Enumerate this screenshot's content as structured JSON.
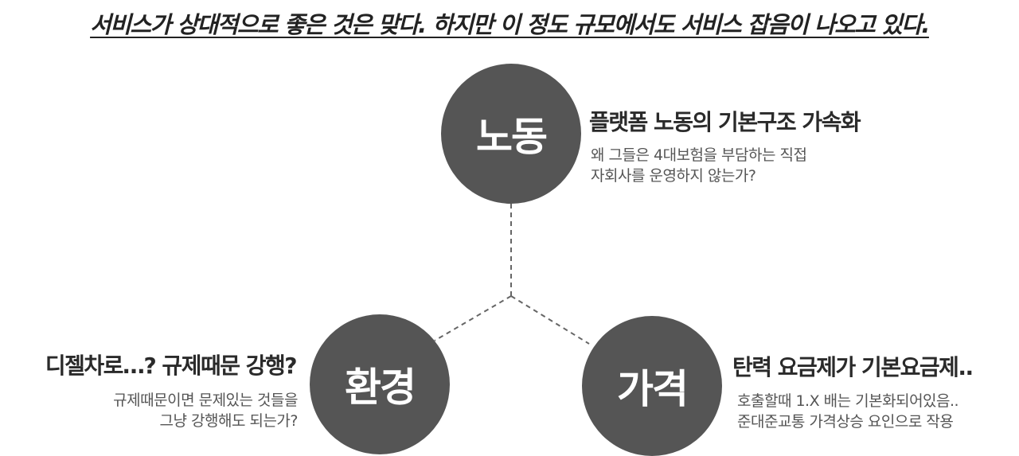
{
  "headline": "서비스가 상대적으로 좋은 것은 맞다. 하지만 이 정도 규모에서도 서비스 잡음이 나오고 있다.",
  "colors": {
    "circle": "#555555",
    "circle_text": "#ffffff",
    "connector": "#666666",
    "title": "#2a2a2a",
    "desc": "#555555"
  },
  "nodes": {
    "labor": {
      "circle_label": "노동",
      "title": "플랫폼 노동의 기본구조 가속화",
      "desc": [
        "왜 그들은 4대보험을 부담하는 직접",
        "자회사를 운영하지 않는가?"
      ]
    },
    "environment": {
      "circle_label": "환경",
      "title": "디젤차로…? 규제때문 강행?",
      "desc": [
        "규제때문이면 문제있는 것들을",
        "그냥 강행해도 되는가?"
      ]
    },
    "price": {
      "circle_label": "가격",
      "title": "탄력 요금제가 기본요금제..",
      "desc": [
        "호출할때 1.X 배는 기본화되어있음..",
        "준대준교통 가격상승 요인으로 작용"
      ]
    }
  }
}
